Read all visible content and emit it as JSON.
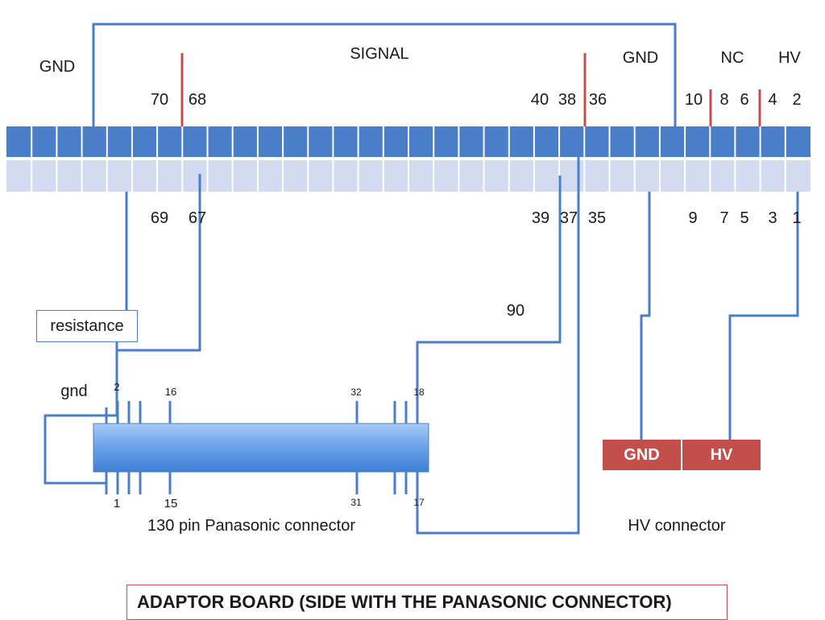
{
  "labels": {
    "signal": "SIGNAL",
    "gnd_left": "GND",
    "gnd_right": "GND",
    "nc": "NC",
    "hv": "HV",
    "top_pins": [
      "70",
      "68",
      "40",
      "38",
      "36",
      "10",
      "8",
      "6",
      "4",
      "2"
    ],
    "bottom_pins": [
      "69",
      "67",
      "39",
      "37",
      "35",
      "9",
      "7",
      "5",
      "3",
      "1"
    ],
    "ninety": "90",
    "resistance": "resistance",
    "gnd_small": "gnd",
    "panasonic_pins": [
      "2",
      "16",
      "32",
      "18",
      "1",
      "15",
      "31",
      "17"
    ],
    "panasonic_caption": "130 pin Panasonic connector",
    "hv_gnd": "GND",
    "hv_hv": "HV",
    "hv_caption": "HV connector",
    "title": "ADAPTOR BOARD (SIDE WITH THE PANASONIC CONNECTOR)"
  },
  "colors": {
    "wire": "#4a7ec8",
    "strip_top": "#4a7ec8",
    "strip_bottom": "#d2dbef",
    "cell_divider": "#ffffff",
    "marker_red": "#c24f4c",
    "hv_connector": "#c24f4c",
    "title_border": "#c0504d"
  }
}
